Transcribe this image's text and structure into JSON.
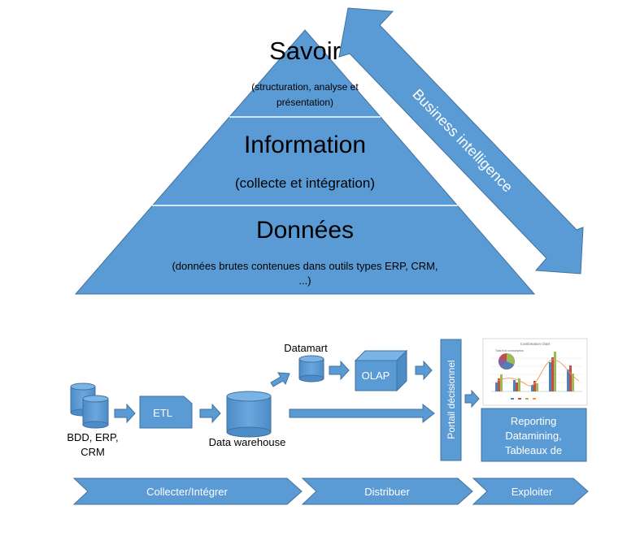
{
  "pyramid": {
    "top_title": "Savoir",
    "top_sub_1": "(structuration, analyse et",
    "top_sub_2": "présentation)",
    "mid_title": "Information",
    "mid_sub": "(collecte et intégration)",
    "bottom_title": "Données",
    "bottom_sub_1": "(données brutes contenues dans outils types ERP, CRM,",
    "bottom_sub_2": "...)"
  },
  "bi_arrow_label": "Business intelligence",
  "flow": {
    "sources_label_1": "BDD, ERP,",
    "sources_label_2": "CRM",
    "etl_label": "ETL",
    "warehouse_label": "Data warehouse",
    "datamart_label": "Datamart",
    "olap_label": "OLAP",
    "portal_label": "Portail décisionnel",
    "outputs_1": "Reporting",
    "outputs_2": "Datamining,",
    "outputs_3": "Tableaux de"
  },
  "thumbnail": {
    "title": "Combination chart",
    "subtitle": "Total fruit consumption"
  },
  "stages": [
    "Collecter/Intégrer",
    "Distribuer",
    "Exploiter"
  ],
  "colors": {
    "fill": "#5B9BD5",
    "stroke": "#41719C",
    "text_on_fill": "#ffffff",
    "text": "#000000"
  }
}
